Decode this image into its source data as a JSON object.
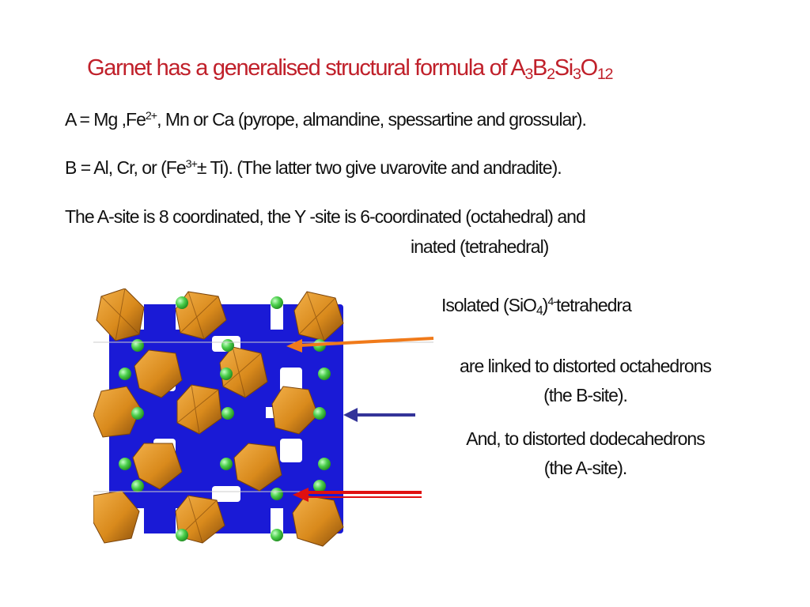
{
  "slide": {
    "title": {
      "text": "Garnet has a generalised structural formula of ",
      "f1": "A",
      "s1": "3",
      "f2": "B",
      "s2": "2",
      "f3": "Si",
      "s3": "3",
      "f4": "O",
      "s4": "12"
    },
    "line_a": {
      "pre": "A = Mg ,Fe",
      "sup": "2+",
      "post": ", Mn or Ca (pyrope, almandine, spessartine and grossular)."
    },
    "line_b": {
      "pre": "B = Al, Cr, or (Fe",
      "sup": "3+",
      "post": "± Ti). (The latter two give uvarovite and andradite)."
    },
    "line_site1": "The A-site is 8 coordinated, the Y -site is 6-coordinated (octahedral) and",
    "line_site2": "inated (tetrahedral)",
    "label_tetra": {
      "pre": "Isolated (SiO",
      "sub": "4",
      "sup": "4-",
      "post": "tetrahedra"
    },
    "label_octa": {
      "line1": "are linked to distorted octahedrons",
      "line2": "(the B-site)."
    },
    "label_dodeca": {
      "line1": "And, to distorted dodecahedrons",
      "line2": "(the A-site)."
    }
  },
  "colors": {
    "title": "#c0202a",
    "tetra_arrow": "#f07a1a",
    "octa_arrow": "#333399",
    "dodeca_arrow": "#e01010",
    "octahedra_blue": "#1a1ad6",
    "dodecahedra_orange": "#d98a1c",
    "atom_green": "#4ccf4c"
  },
  "image": {
    "description_icon": "garnet-crystal-structure-image"
  }
}
